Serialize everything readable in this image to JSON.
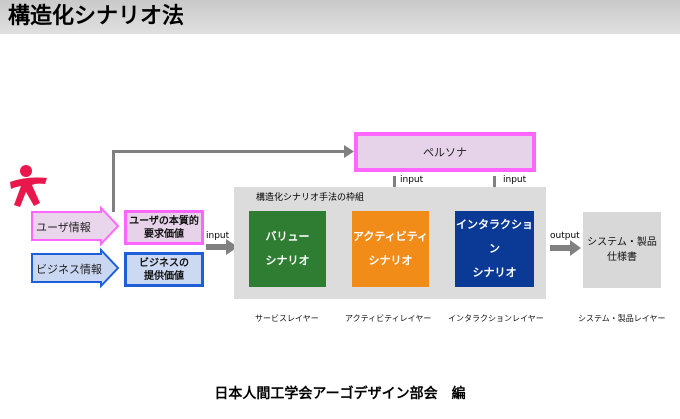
{
  "title": "構造化シナリオ法",
  "persona": "ペルソナ",
  "framework_title": "構造化シナリオ手法の枠組",
  "inputs": {
    "user": "ユーザ情報",
    "business": "ビジネス情報"
  },
  "values": {
    "user_line1": "ユーザの本質的",
    "user_line2": "要求価値",
    "business_line1": "ビジネスの",
    "business_line2": "提供価値"
  },
  "scenarios": {
    "value_line1": "バリュー",
    "value_line2": "シナリオ",
    "activity_line1": "アクティビティ",
    "activity_line2": "シナリオ",
    "interaction_line1": "インタラクション",
    "interaction_line2": "シナリオ"
  },
  "arrows": {
    "input_main": "input",
    "input_top1": "input",
    "input_top2": "input",
    "output": "output"
  },
  "system": {
    "line1": "システム・製品",
    "line2": "仕様書"
  },
  "layers": {
    "service": "サービスレイヤー",
    "activity": "アクティビティレイヤー",
    "interaction": "インタラクションレイヤー",
    "system": "システム・製品レイヤー"
  },
  "footer": "日本人間工学会アーゴデザイン部会　編",
  "colors": {
    "value": "#2e7d32",
    "activity": "#f28c18",
    "interaction": "#0a3a96",
    "pink": "#ff66ff",
    "blue": "#1e5fd8",
    "logo": "#e8174c"
  }
}
